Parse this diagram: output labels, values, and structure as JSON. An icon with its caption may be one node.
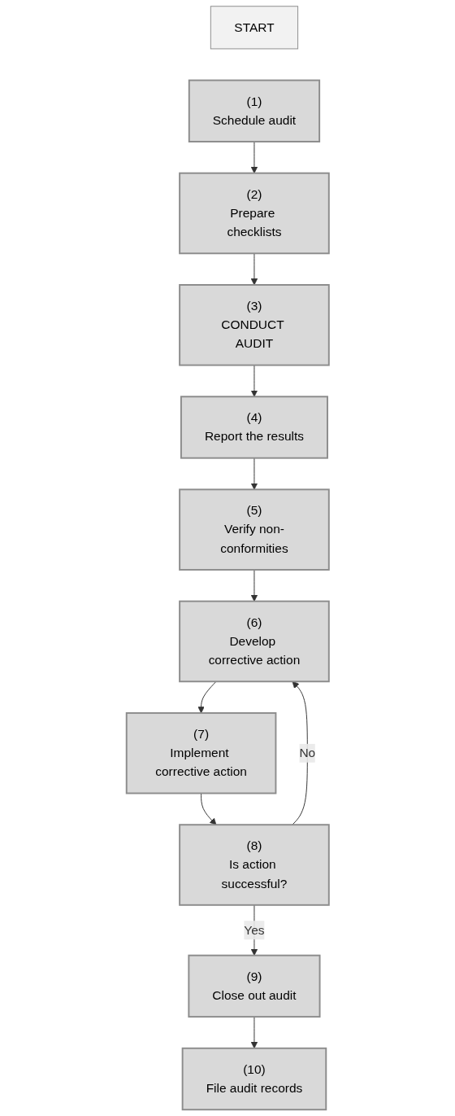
{
  "diagram": {
    "nodes": [
      {
        "text": [
          "START"
        ]
      },
      {
        "text": [
          "(1)",
          "Schedule audit"
        ]
      },
      {
        "text": [
          "(2)",
          "Prepare checklists"
        ]
      },
      {
        "text": [
          "(3)",
          "CONDUCT AUDIT"
        ]
      },
      {
        "text": [
          "(4)",
          "Report the results"
        ]
      },
      {
        "text": [
          "(5)",
          "Verify non-conformities"
        ]
      },
      {
        "text": [
          "(6)",
          "Develop corrective action"
        ]
      },
      {
        "text": [
          "(7)",
          "Implement corrective action"
        ]
      },
      {
        "text": [
          "(8)",
          "Is action successful?"
        ]
      },
      {
        "text": [
          "(9)",
          "Close out audit"
        ]
      },
      {
        "text": [
          "(10)",
          "File audit records"
        ]
      }
    ],
    "edges": [
      {
        "from": 1,
        "to": 2,
        "arrow": "to"
      },
      {
        "from": 2,
        "to": 3,
        "arrow": "to"
      },
      {
        "from": 3,
        "to": 4,
        "arrow": "to"
      },
      {
        "from": 4,
        "to": 5,
        "arrow": "to"
      },
      {
        "from": 5,
        "to": 6,
        "arrow": "to"
      },
      {
        "from": 6,
        "to": 7,
        "arrow": "to"
      },
      {
        "from": 7,
        "to": 8,
        "arrow": "to"
      },
      {
        "from": 8,
        "to": 6,
        "label": "No",
        "arrow": "to"
      },
      {
        "from": 8,
        "to": 9,
        "label": "Yes",
        "arrow": "to"
      },
      {
        "from": 9,
        "to": 10,
        "arrow": "to"
      }
    ]
  }
}
